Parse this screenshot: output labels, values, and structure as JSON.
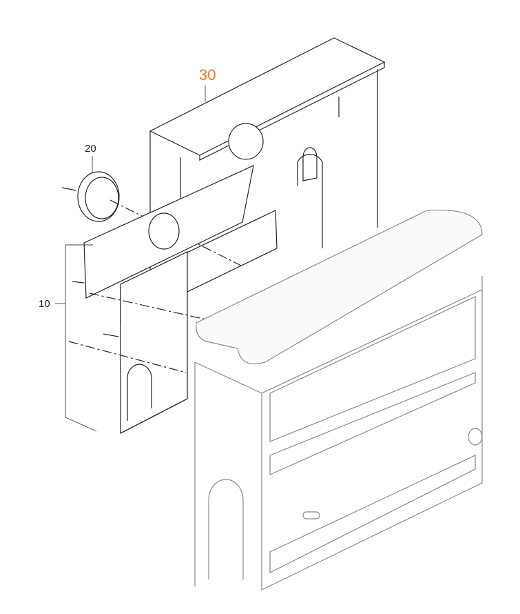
{
  "callouts": [
    {
      "id": "30",
      "label": "30",
      "highlighted": true
    },
    {
      "id": "20",
      "label": "20",
      "highlighted": false
    },
    {
      "id": "10",
      "label": "10",
      "highlighted": false
    }
  ],
  "colors": {
    "highlight": "#f07a1e",
    "line": "#222222",
    "light_line": "#9a9a9a"
  }
}
